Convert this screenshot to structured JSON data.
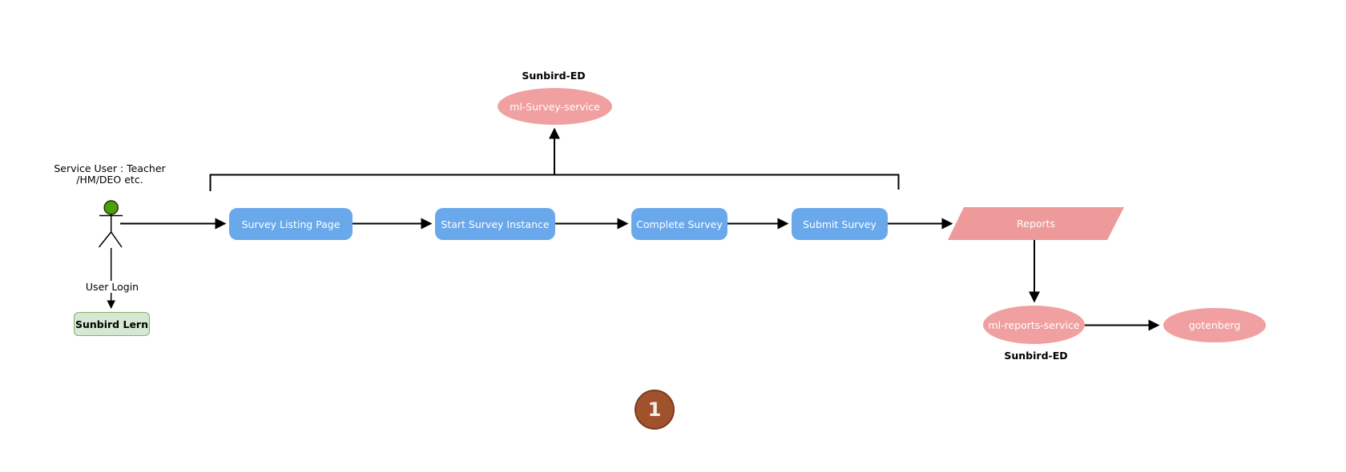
{
  "diagram": {
    "labels": {
      "sunbird_ed_top": "Sunbird-ED",
      "sunbird_ed_bottom": "Sunbird-ED",
      "actor_line1": "Service User : Teacher",
      "actor_line2": "/HM/DEO etc.",
      "user_login": "User Login",
      "step_marker": "1"
    },
    "nodes": {
      "ml_survey_service": "ml-Survey-service",
      "sunbird_lern": "Sunbird Lern",
      "survey_listing_page": "Survey Listing Page",
      "start_survey_instance": "Start Survey Instance",
      "complete_survey": "Complete Survey",
      "submit_survey": "Submit Survey",
      "reports": "Reports",
      "ml_reports_service": "ml-reports-service",
      "gotenberg": "gotenberg"
    },
    "edges": [
      {
        "from": "service-user-actor",
        "to": "survey-listing-page"
      },
      {
        "from": "survey-listing-page",
        "to": "start-survey-instance"
      },
      {
        "from": "start-survey-instance",
        "to": "complete-survey"
      },
      {
        "from": "complete-survey",
        "to": "submit-survey"
      },
      {
        "from": "submit-survey",
        "to": "reports"
      },
      {
        "from": "survey-process-group",
        "to": "ml-survey-service"
      },
      {
        "from": "reports",
        "to": "ml-reports-service"
      },
      {
        "from": "ml-reports-service",
        "to": "gotenberg"
      },
      {
        "from": "service-user-actor",
        "to": "sunbird-lern",
        "label": "User Login"
      }
    ],
    "colors": {
      "process_blue": "#69a8eb",
      "service_pink": "#f0a0a0",
      "reports_pink": "#ee9a9a",
      "lern_green_fill": "#d5e8d4",
      "lern_green_border": "#82b366",
      "actor_head_green": "#4c9e0a",
      "marker_brown": "#a0522d",
      "line_black": "#000000"
    }
  }
}
